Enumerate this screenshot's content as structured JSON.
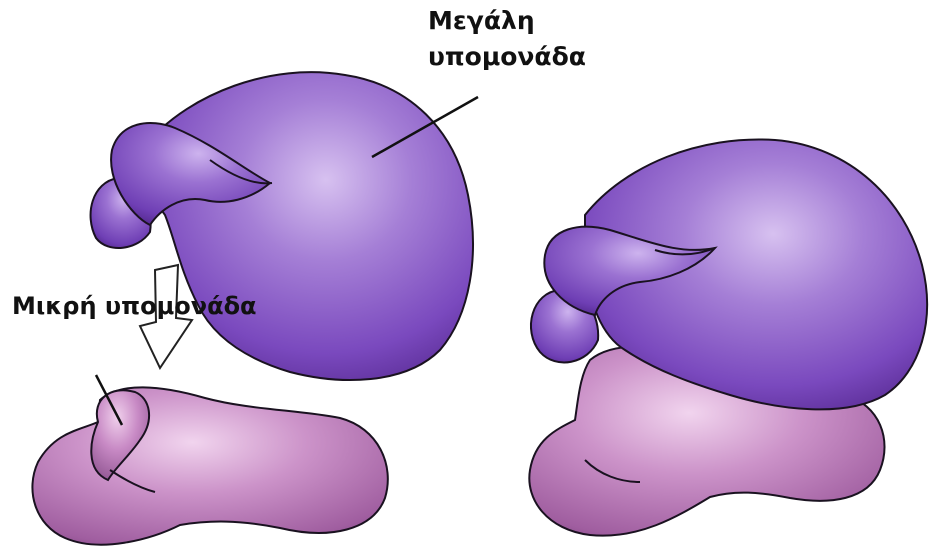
{
  "labels": {
    "large_subunit_line1": "Μεγάλη",
    "large_subunit_line2": "υπομονάδα",
    "small_subunit": "Μικρή υπομονάδα"
  },
  "colors": {
    "large_subunit_light": "#c7aee8",
    "large_subunit_mid": "#8a5cc7",
    "large_subunit_dark": "#5a2f99",
    "small_subunit_light": "#e9c4e6",
    "small_subunit_mid": "#b777b6",
    "small_subunit_dark": "#8e4f8e",
    "outline": "#1a1220"
  }
}
